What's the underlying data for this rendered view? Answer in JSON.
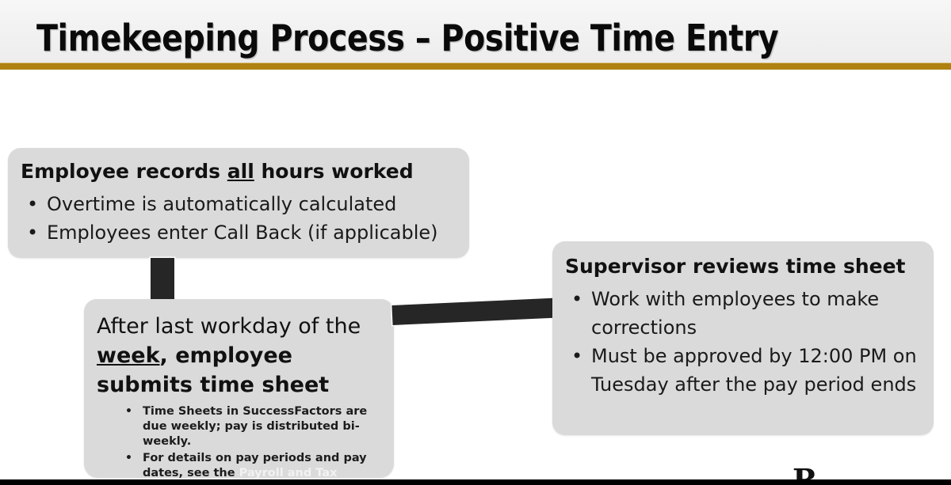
{
  "slide": {
    "title": "Timekeeping Process – Positive Time Entry",
    "accent_gold": "#AF8212",
    "box_fill": "#DADADA",
    "connector_color": "#262626",
    "footer_bar_color": "#000000"
  },
  "boxes": {
    "employee": {
      "heading_pre": "Employee records ",
      "heading_underlined": "all",
      "heading_post": " hours worked",
      "bullets": [
        "Overtime is automatically calculated",
        "Employees enter Call Back (if applicable)"
      ]
    },
    "submits": {
      "heading_line1": "After last workday of the",
      "heading_underlined_bold": "week",
      "heading_comma": ",",
      "heading_bold_rest": " employee submits time sheet",
      "sub_bullets": [
        {
          "text_before_link": "Time Sheets in SuccessFactors are due weekly; pay is distributed bi-weekly.",
          "link_text": "",
          "text_after_link": ""
        },
        {
          "text_before_link": "For details on pay periods and pay dates, see the ",
          "link_text": "Payroll and Tax Services website",
          "text_after_link": "."
        }
      ]
    },
    "supervisor": {
      "heading": "Supervisor reviews time sheet",
      "bullets": [
        "Work with employees to make corrections",
        "Must be approved by 12:00 PM on Tuesday after the pay period ends"
      ]
    }
  },
  "footer": {
    "logo_letter": "R"
  }
}
